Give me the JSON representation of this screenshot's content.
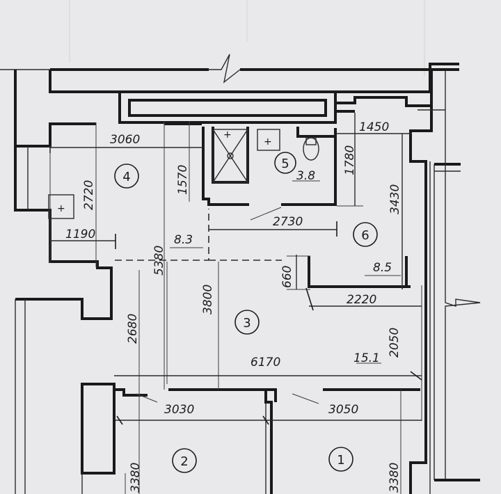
{
  "rooms": [
    {
      "number": "1"
    },
    {
      "number": "2"
    },
    {
      "number": "3"
    },
    {
      "number": "4"
    },
    {
      "number": "5"
    },
    {
      "number": "6"
    }
  ],
  "areas": {
    "room5": "3.8",
    "room4_corridor": "8.3",
    "room6": "8.5",
    "room3": "15.1"
  },
  "dimensions": {
    "d3060": "3060",
    "d1450": "1450",
    "d1780": "1780",
    "d3430": "3430",
    "d2720": "2720",
    "d1570": "1570",
    "d2730": "2730",
    "d1190": "1190",
    "d5380": "5380",
    "d660": "660",
    "d2220": "2220",
    "d3800": "3800",
    "d2680": "2680",
    "d2050": "2050",
    "d6170": "6170",
    "d3030": "3030",
    "d3050": "3050",
    "d3380a": "3380",
    "d3380b": "3380"
  }
}
